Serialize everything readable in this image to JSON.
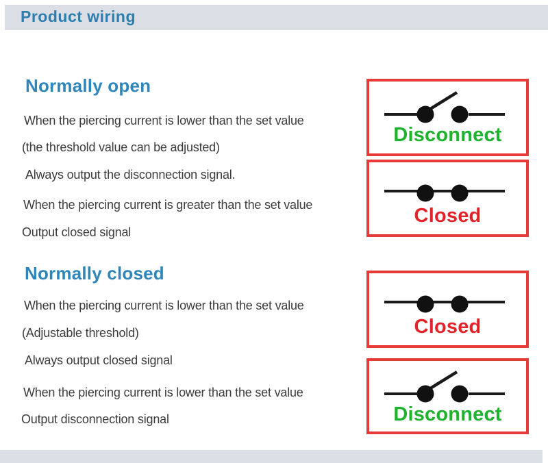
{
  "header": {
    "title": "Product wiring"
  },
  "colors": {
    "header_bar": "#dbdfe5",
    "header_text": "#2d7dad",
    "section_heading": "#2f86ba",
    "body_text": "#3c3c3c",
    "box_border": "#e63b39",
    "disconnect_green": "#1db32c",
    "closed_red": "#e2242a"
  },
  "sections": [
    {
      "heading": "Normally open",
      "lines": [
        "When the piercing current is lower than the set value",
        "(the threshold value can be adjusted)",
        "Always output the disconnection signal.",
        "When the piercing current is greater than the set value",
        "Output closed signal"
      ]
    },
    {
      "heading": "Normally closed",
      "lines": [
        "When the piercing current is lower than the set value",
        "(Adjustable threshold)",
        "Always output closed signal",
        "When the piercing current is lower than the set value",
        "Output disconnection signal"
      ]
    }
  ],
  "boxes": [
    {
      "symbol": "switch-open",
      "label": "Disconnect",
      "label_color": "#1db32c"
    },
    {
      "symbol": "switch-closed",
      "label": "Closed",
      "label_color": "#e2242a"
    },
    {
      "symbol": "switch-closed",
      "label": "Closed",
      "label_color": "#e2242a"
    },
    {
      "symbol": "switch-open",
      "label": "Disconnect",
      "label_color": "#1db32c"
    }
  ]
}
